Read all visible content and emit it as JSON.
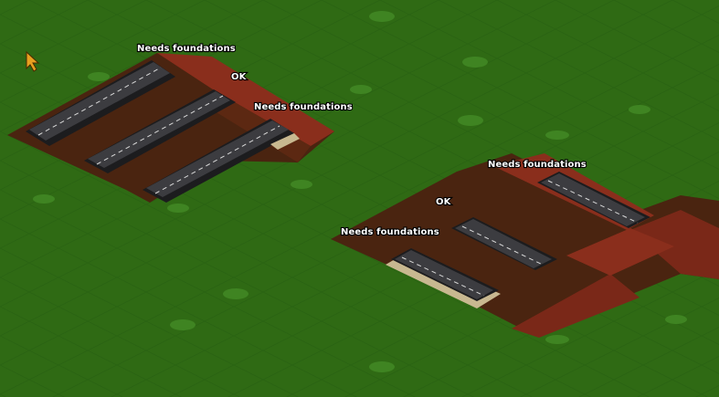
{
  "scene": {
    "labels": {
      "left_top": "Needs foundations",
      "left_ok": "OK",
      "left_mid": "Needs foundations",
      "right_top": "Needs foundations",
      "right_ok": "OK",
      "right_mid": "Needs foundations"
    }
  },
  "colors": {
    "grass": "#2f6a14",
    "grass_dark": "#245510",
    "dirt": "#4a2410",
    "dirt_red": "#8a2e1c",
    "road": "#3c3c40",
    "road_line": "#d8d8d8",
    "cursor": "#e8a020"
  },
  "icons": {
    "cursor": "mouse-pointer-icon"
  }
}
